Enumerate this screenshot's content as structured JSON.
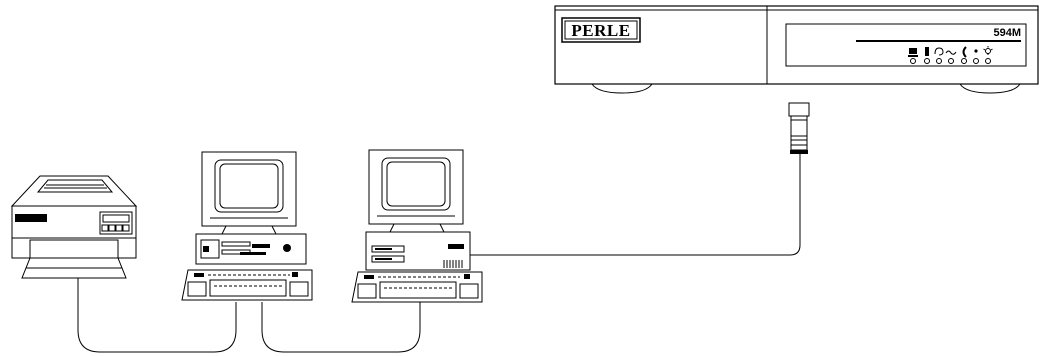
{
  "device": {
    "brand": "PERLE",
    "model": "594M",
    "indicator_icons": [
      "terminal-icon",
      "modem-icon",
      "loop-icon",
      "carrier-wave-icon",
      "phone-handset-icon",
      "dot-icon",
      "lightbulb-icon"
    ]
  },
  "connections": [
    {
      "from": "printer",
      "to": "workstation-1"
    },
    {
      "from": "workstation-1",
      "to": "workstation-2"
    },
    {
      "from": "workstation-2",
      "to": "device-594m"
    }
  ],
  "colors": {
    "stroke": "#000000",
    "fill": "#ffffff",
    "shade": "#000000"
  }
}
